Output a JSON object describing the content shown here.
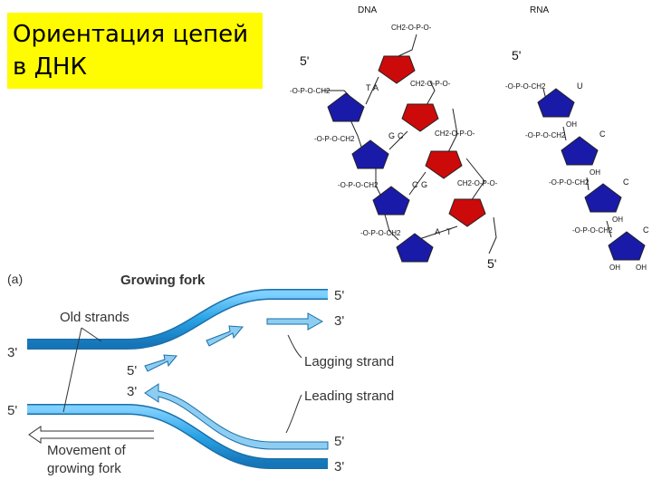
{
  "title": {
    "text": "Ориентация цепей\nв ДНК",
    "background": "#fffb00"
  },
  "molecules": {
    "dna_header": "DNA",
    "rna_header": "RNA",
    "dna_five_prime_top": "5'",
    "dna_five_prime_bottom": "5'",
    "rna_five_prime": "5'",
    "dna_left_bases": [
      "T",
      "G",
      "C",
      "A"
    ],
    "dna_right_bases": [
      "A",
      "C",
      "G",
      "T"
    ],
    "rna_bases": [
      "U",
      "C",
      "C",
      "C"
    ],
    "oh": "OH",
    "phosphate": "O",
    "phosphate_group_left": "-O-P-O-CH2",
    "phosphate_group_right": "CH2-O-P-O-",
    "colors": {
      "dna_blue": "#1a1aa8",
      "dna_red": "#cc0a0a",
      "outline": "#222222"
    }
  },
  "fork": {
    "panel_label": "(a)",
    "title": "Growing fork",
    "old_strands": "Old strands",
    "lagging": "Lagging strand",
    "leading": "Leading strand",
    "movement_line1": "Movement of",
    "movement_line2": "growing fork",
    "ends": {
      "left_top": "3'",
      "left_bottom": "5'",
      "right_top_upper": "5'",
      "right_top_lower": "3'",
      "right_bottom_upper": "5'",
      "right_bottom_lower": "3'",
      "mid_upper": "5'",
      "mid_lower": "3'"
    },
    "colors": {
      "strand": "#29a3e6",
      "strand_edge": "#1a6fa8",
      "new_strand": "#8ecdf2"
    }
  }
}
